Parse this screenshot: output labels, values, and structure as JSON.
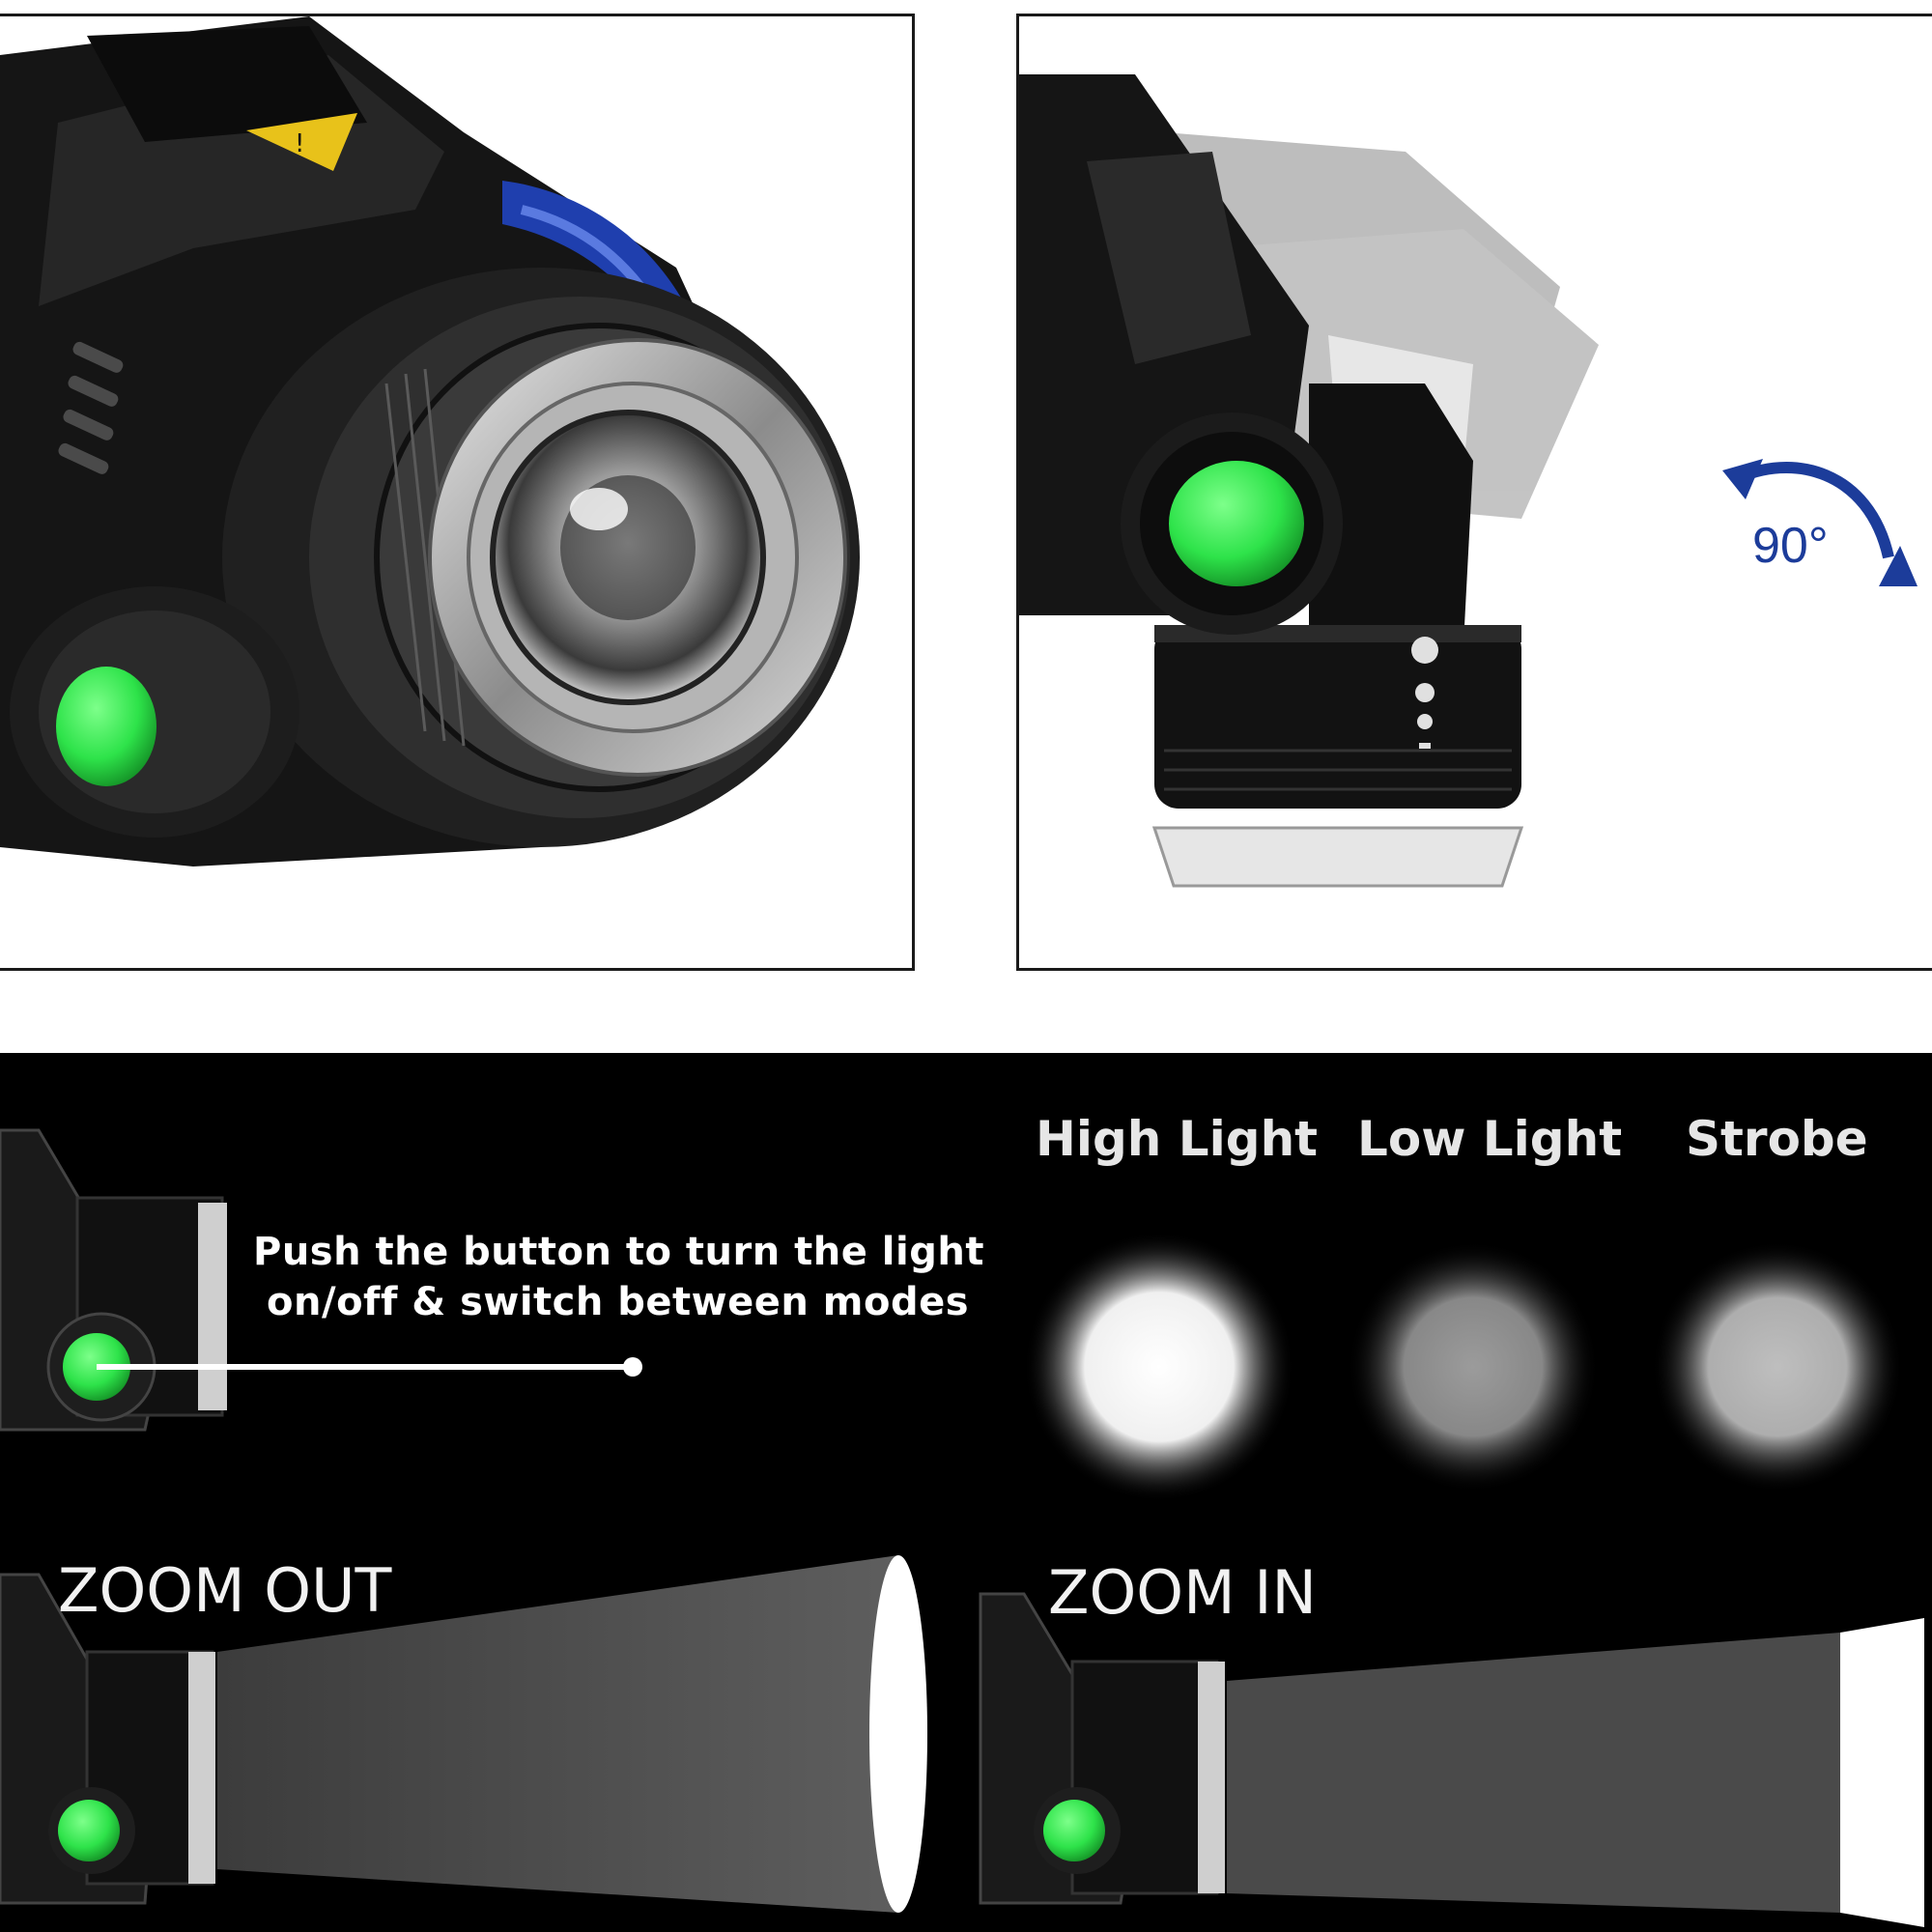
{
  "rotation": {
    "angle_label": "90°"
  },
  "controls": {
    "instruction_line1": "Push the button to turn the light",
    "instruction_line2": "on/off & switch between modes"
  },
  "modes": [
    {
      "label": "High Light",
      "brightness": 1.0
    },
    {
      "label": "Low Light",
      "brightness": 0.75
    },
    {
      "label": "Strobe",
      "brightness": 0.85
    }
  ],
  "zoom": {
    "out_label": "ZOOM OUT",
    "in_label": "ZOOM IN"
  },
  "colors": {
    "button": "#2ee34a",
    "body": "#1a1a1a",
    "arrow": "#1c3c9a",
    "background": "#000000"
  },
  "icons": [
    "warning-icon",
    "rotation-arrow-icon"
  ]
}
